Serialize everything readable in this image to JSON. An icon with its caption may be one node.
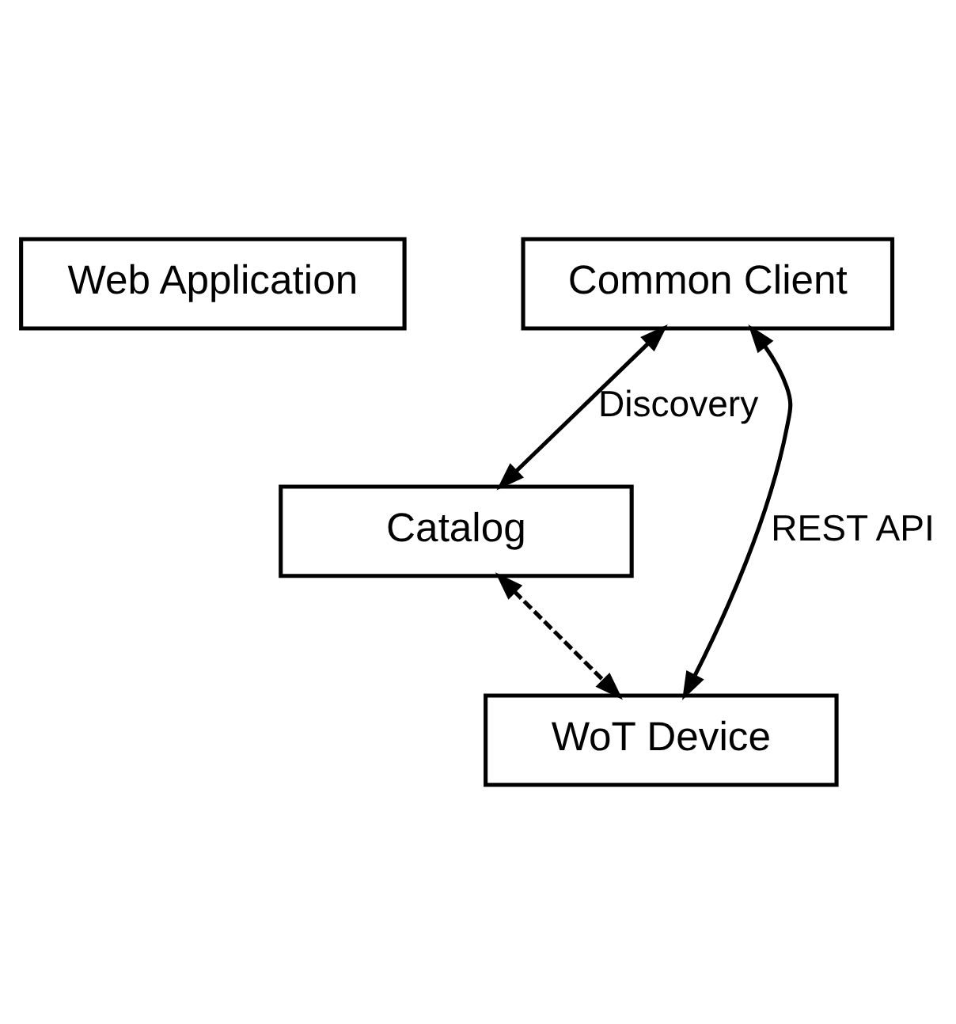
{
  "diagram": {
    "nodes": [
      {
        "text": [
          "Web Application"
        ]
      },
      {
        "text": [
          "Common Client"
        ]
      },
      {
        "text": [
          "Catalog"
        ]
      },
      {
        "text": [
          "WoT Device"
        ]
      }
    ],
    "edges": [
      {
        "from": 1,
        "to": 2,
        "arrow": "both",
        "label": "Discovery"
      },
      {
        "from": 1,
        "to": 3,
        "arrow": "both",
        "label": "REST API"
      },
      {
        "from": 2,
        "to": 3,
        "arrow": "both",
        "style": "dashed"
      }
    ]
  }
}
